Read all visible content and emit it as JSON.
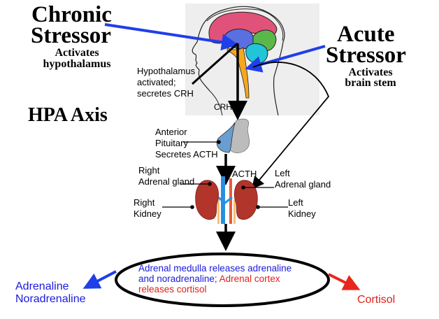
{
  "title": "HPA Axis",
  "chronic_stressor": {
    "heading_line1": "Chronic",
    "heading_line2": "Stressor",
    "sub_line1": "Activates",
    "sub_line2": "hypothalamus"
  },
  "acute_stressor": {
    "heading_line1": "Acute",
    "heading_line2": "Stressor",
    "sub_line1": "Activates",
    "sub_line2": "brain stem"
  },
  "labels": {
    "hypothalamus_line1": "Hypothalamus",
    "hypothalamus_line2": "activated;",
    "hypothalamus_line3": "secretes CRH",
    "crh": "CRH",
    "pituitary_line1": "Anterior",
    "pituitary_line2": "Pituitary",
    "pituitary_line3": "Secretes ACTH",
    "acth": "ACTH",
    "right_adrenal_line1": "Right",
    "right_adrenal_line2": "Adrenal gland",
    "left_adrenal_line1": "Left",
    "left_adrenal_line2": "Adrenal gland",
    "right_kidney_line1": "Right",
    "right_kidney_line2": "Kidney",
    "left_kidney_line1": "Left",
    "left_kidney_line2": "Kidney"
  },
  "oval": {
    "medulla_line1": "Adrenal medulla releases adrenaline",
    "medulla_line2": "and noradrenaline;",
    "cortex_part1": "Adrenal cortex",
    "cortex_part2": "releases cortisol"
  },
  "outputs": {
    "adrenaline": "Adrenaline",
    "noradrenaline": "Noradrenaline",
    "cortisol": "Cortisol"
  },
  "colors": {
    "blue_text": "#1a1adc",
    "red_text": "#e0201a",
    "blue_arrow": "#1f3fe8",
    "red_arrow": "#e8261c",
    "brain_panel_bg": "#eeeeee",
    "cerebrum": "#e0527a",
    "limbic": "#5a6fe0",
    "occipital": "#5ab84a",
    "cerebellum": "#22c4d8",
    "brainstem": "#f5a81e",
    "kidney": "#b2352c",
    "pituitary_front": "#6a9ed0",
    "pituitary_back": "#bcbcbc"
  }
}
